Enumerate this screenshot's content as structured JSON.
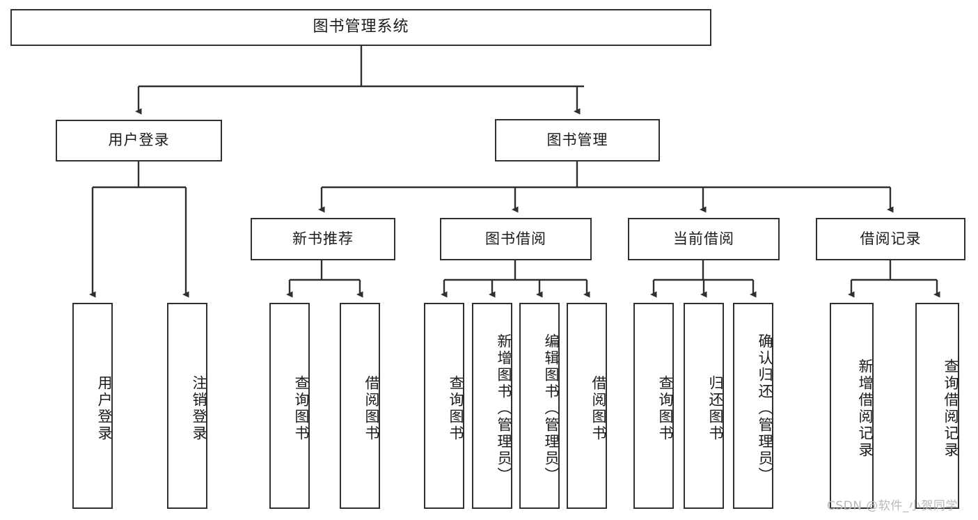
{
  "diagram": {
    "title": "图书管理系统",
    "type": "tree",
    "root": {
      "id": "root",
      "label": "图书管理系统"
    },
    "level1": [
      {
        "id": "user-login",
        "label": "用户登录"
      },
      {
        "id": "book-manage",
        "label": "图书管理"
      }
    ],
    "level2": [
      {
        "id": "new-book-rec",
        "label": "新书推荐",
        "parent": "book-manage"
      },
      {
        "id": "book-borrow",
        "label": "图书借阅",
        "parent": "book-manage"
      },
      {
        "id": "current-borrow",
        "label": "当前借阅",
        "parent": "book-manage"
      },
      {
        "id": "borrow-record",
        "label": "借阅记录",
        "parent": "book-manage"
      }
    ],
    "leaves": [
      {
        "id": "leaf-user-login",
        "label": "用户登录",
        "parent": "user-login"
      },
      {
        "id": "leaf-logout",
        "label": "注销登录",
        "parent": "user-login"
      },
      {
        "id": "leaf-query-book-1",
        "label": "查询图书",
        "parent": "new-book-rec"
      },
      {
        "id": "leaf-borrow-book-1",
        "label": "借阅图书",
        "parent": "new-book-rec"
      },
      {
        "id": "leaf-query-book-2",
        "label": "查询图书",
        "parent": "book-borrow"
      },
      {
        "id": "leaf-add-book",
        "label": "新增图书（管理员）",
        "parent": "book-borrow"
      },
      {
        "id": "leaf-edit-book",
        "label": "编辑图书（管理员）",
        "parent": "book-borrow"
      },
      {
        "id": "leaf-borrow-book-2",
        "label": "借阅图书",
        "parent": "book-borrow"
      },
      {
        "id": "leaf-query-book-3",
        "label": "查询图书",
        "parent": "current-borrow"
      },
      {
        "id": "leaf-return-book",
        "label": "归还图书",
        "parent": "current-borrow"
      },
      {
        "id": "leaf-confirm-return",
        "label": "确认归还（管理员）",
        "parent": "current-borrow"
      },
      {
        "id": "leaf-add-record",
        "label": "新增借阅记录",
        "parent": "borrow-record"
      },
      {
        "id": "leaf-query-record",
        "label": "查询借阅记录",
        "parent": "borrow-record"
      }
    ]
  },
  "watermark": {
    "text": "CSDN @软件_小贺同学"
  },
  "colors": {
    "stroke": "#2f2f2f",
    "fill": "#ffffff",
    "text": "#1b1b1b",
    "watermark": "#b9b9b9"
  }
}
